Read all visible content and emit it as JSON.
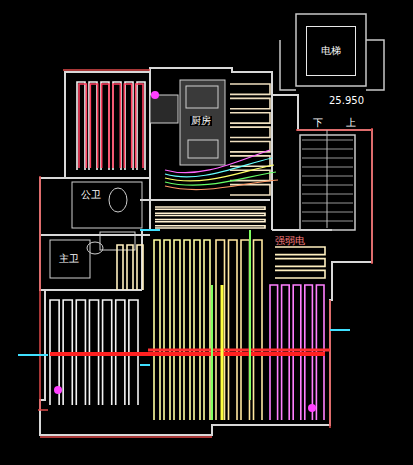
{
  "diagram": {
    "nodes": [
      {
        "text": [
          "电梯"
        ]
      }
    ],
    "labels": [
      "25.950",
      "下",
      "上",
      "厨房",
      "公卫",
      "主卫",
      "强弱电"
    ]
  }
}
